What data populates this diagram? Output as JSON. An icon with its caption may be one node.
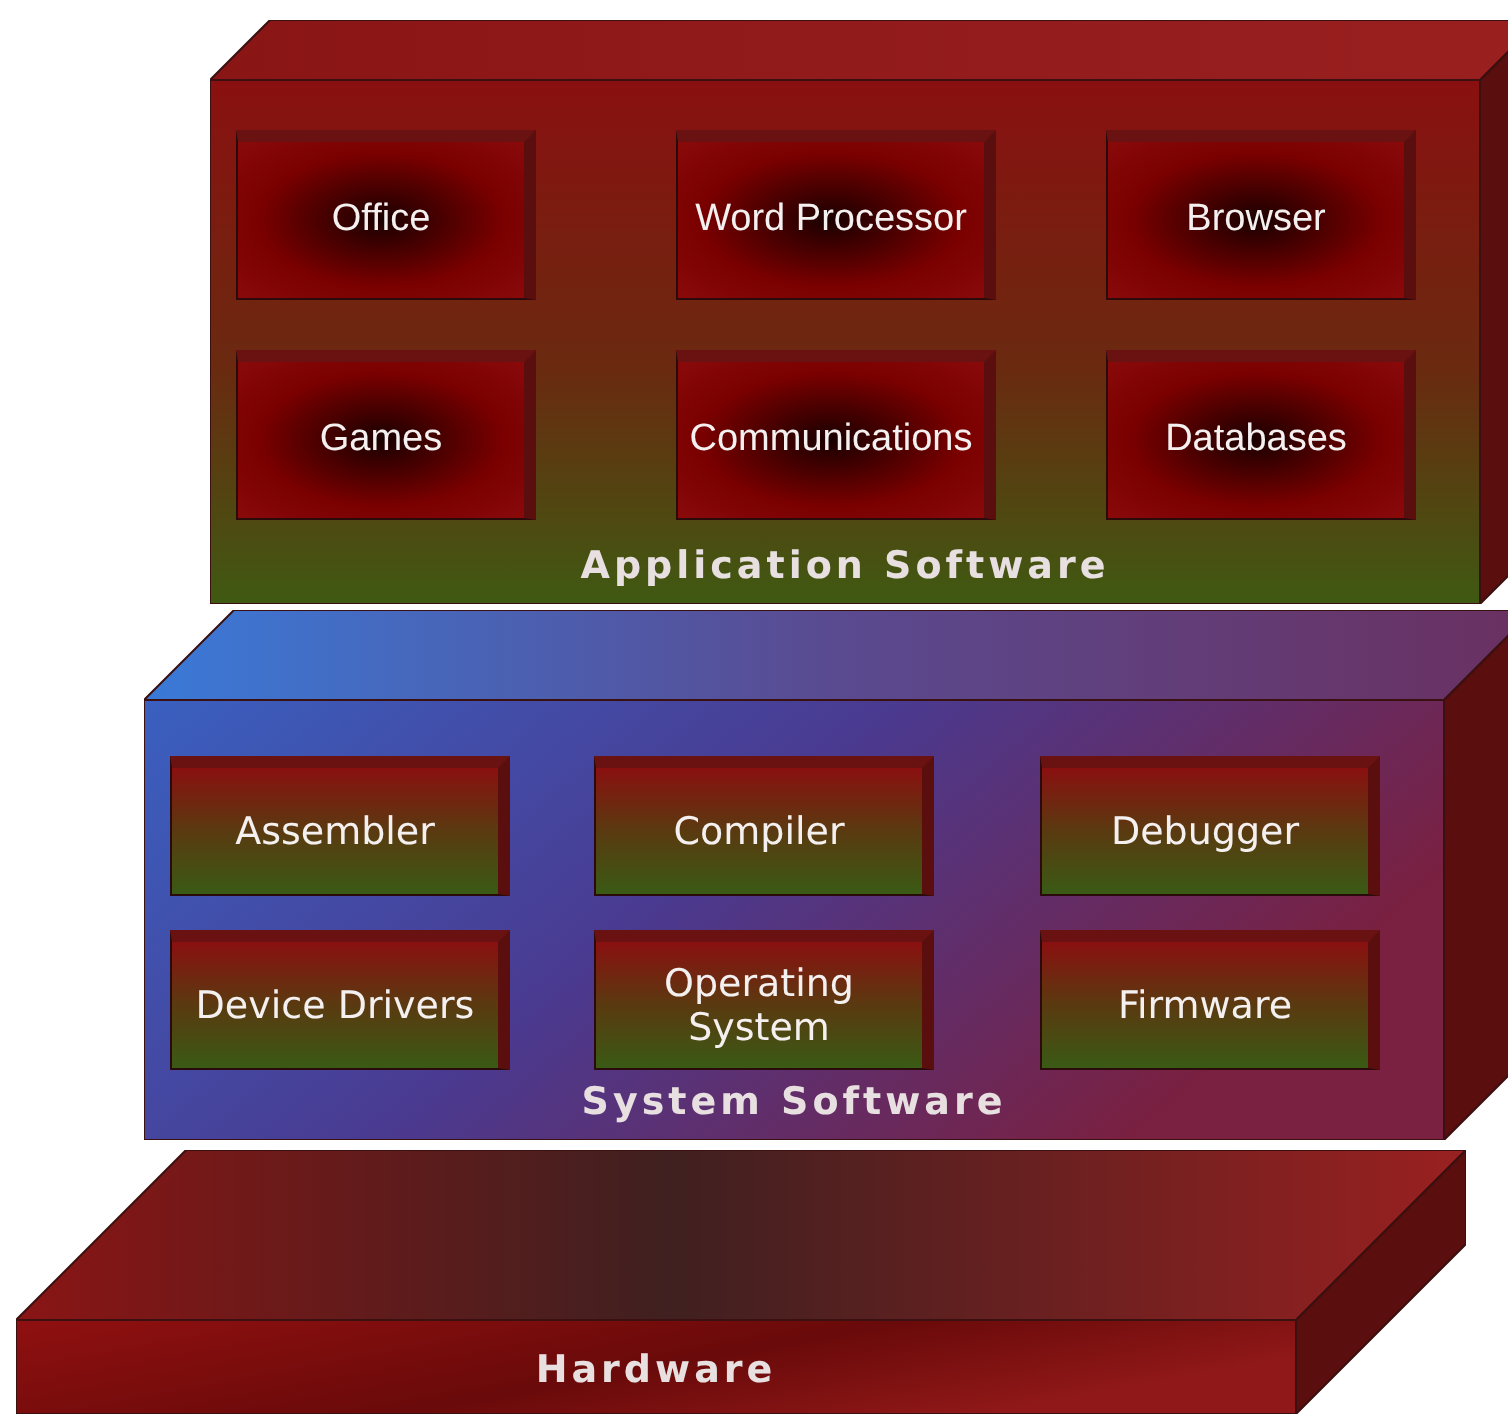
{
  "diagram": {
    "nodes": [
      {
        "text": [
          "Application Software"
        ]
      },
      {
        "text": [
          "Office"
        ],
        "in": 0
      },
      {
        "text": [
          "Word Processor"
        ],
        "in": 0
      },
      {
        "text": [
          "Browser"
        ],
        "in": 0
      },
      {
        "text": [
          "Games"
        ],
        "in": 0
      },
      {
        "text": [
          "Communications"
        ],
        "in": 0
      },
      {
        "text": [
          "Databases"
        ],
        "in": 0
      },
      {
        "text": [
          "System Software"
        ]
      },
      {
        "text": [
          "Assembler"
        ],
        "in": 7
      },
      {
        "text": [
          "Compiler"
        ],
        "in": 7
      },
      {
        "text": [
          "Debugger"
        ],
        "in": 7
      },
      {
        "text": [
          "Device Drivers"
        ],
        "in": 7
      },
      {
        "text": [
          "Operating System"
        ],
        "in": 7
      },
      {
        "text": [
          "Firmware"
        ],
        "in": 7
      },
      {
        "text": [
          "Hardware"
        ]
      }
    ]
  }
}
